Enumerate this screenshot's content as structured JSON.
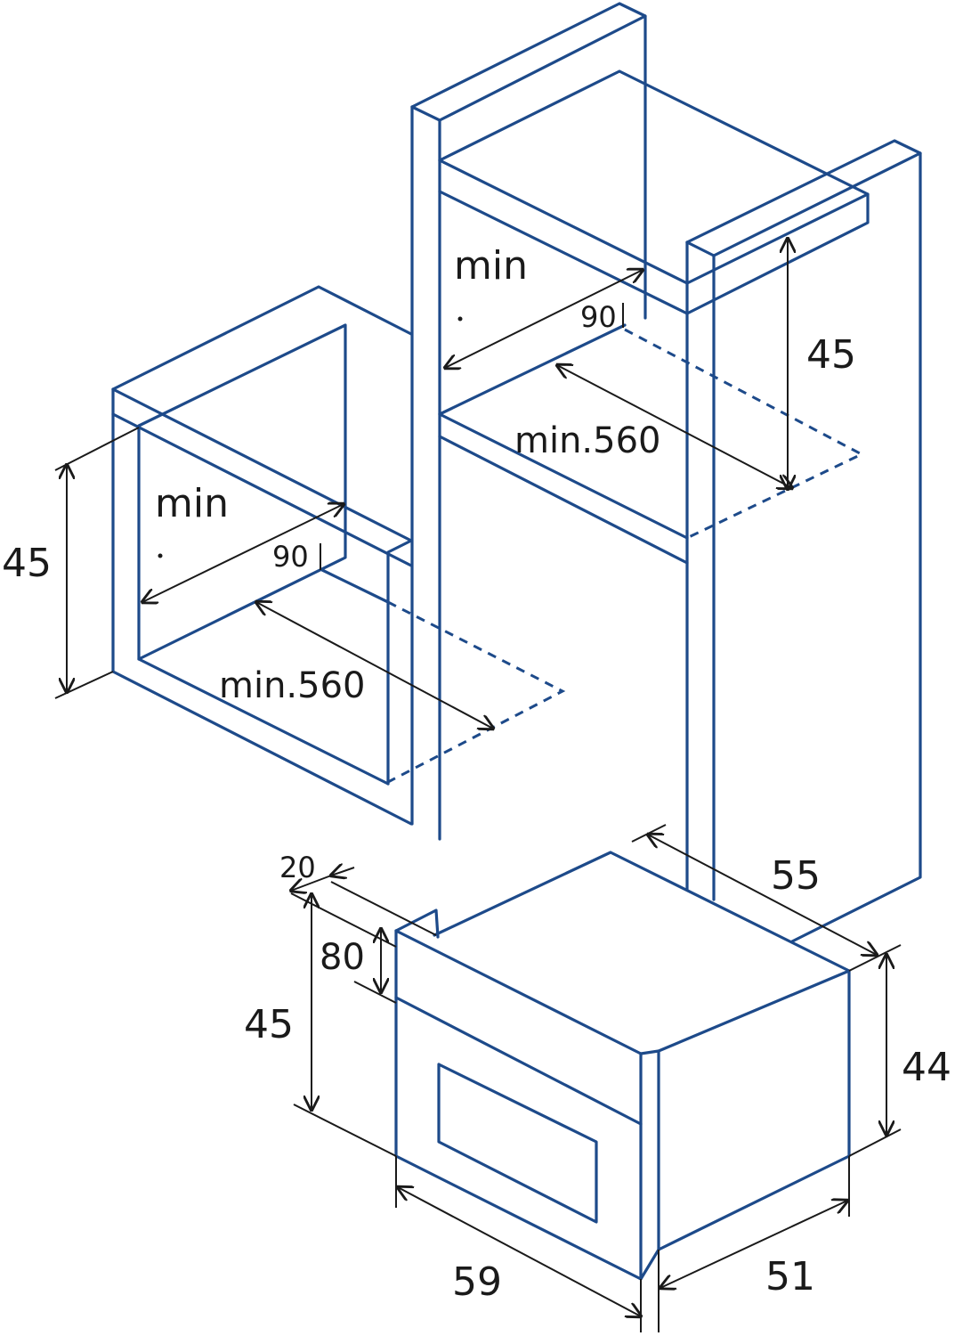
{
  "colors": {
    "frame": "#1d4a8a",
    "dimension": "#1a1a1a",
    "background": "#ffffff"
  },
  "labels": {
    "upper_min": "min",
    "upper_depth": "90",
    "upper_height": "45",
    "upper_width": "min.560",
    "left_min": "min",
    "left_depth": "90",
    "left_height": "45",
    "left_width": "min.560",
    "appliance_lip": "20",
    "appliance_top": "80",
    "appliance_front_height": "45",
    "appliance_depth": "55",
    "appliance_side_height": "44",
    "appliance_width": "59",
    "appliance_side_depth": "51"
  }
}
